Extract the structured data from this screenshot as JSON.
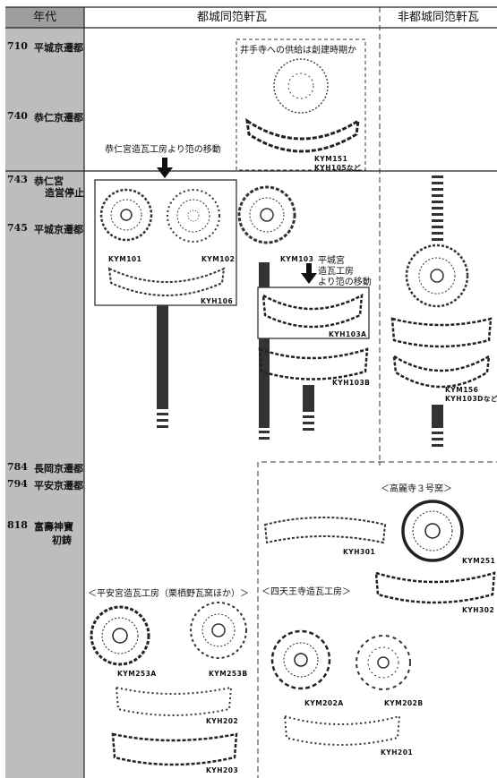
{
  "header": {
    "col_era": "年代",
    "col_capital": "都城同笵軒瓦",
    "col_noncapital": "非都城同笵軒瓦"
  },
  "timeline": [
    {
      "year": "710",
      "event": "平城京遷都"
    },
    {
      "year": "740",
      "event": "恭仁京遷都"
    },
    {
      "year": "743",
      "event": "恭仁宮",
      "event2": "造営停止"
    },
    {
      "year": "745",
      "event": "平城京遷都"
    },
    {
      "year": "784",
      "event": "長岡京遷都"
    },
    {
      "year": "794",
      "event": "平安京遷都"
    },
    {
      "year": "818",
      "event": "富壽神寶",
      "event2": "初鋳"
    }
  ],
  "notes": {
    "ide_temple": "井手寺への供給は創建時期か",
    "kuni_move": "恭仁宮造瓦工房より笵の移動",
    "heijo_move_1": "平城宮",
    "heijo_move_2": "造瓦工房",
    "heijo_move_3": "より笵の移動"
  },
  "groups": {
    "koraiji": "＜高麗寺３号窯＞",
    "heian": "＜平安宮造瓦工房（栗栖野瓦窯ほか）＞",
    "shitennoji": "＜四天王寺造瓦工房＞"
  },
  "codes": {
    "kym151": "KYM151",
    "kyh105": "KYH105など",
    "kym101": "KYM101",
    "kym102": "KYM102",
    "kyh106": "KYH106",
    "kym103": "KYM103",
    "kyh103a": "KYH103A",
    "kyh103b": "KYH103B",
    "kym156": "KYM156",
    "kyh103d": "KYH103Dなど",
    "kyh301": "KYH301",
    "kym251": "KYM251",
    "kyh302": "KYH302",
    "kym253a": "KYM253A",
    "kym253b": "KYM253B",
    "kyh202": "KYH202",
    "kyh203": "KYH203",
    "kym202a": "KYM202A",
    "kym202b": "KYM202B",
    "kyh201": "KYH201"
  }
}
